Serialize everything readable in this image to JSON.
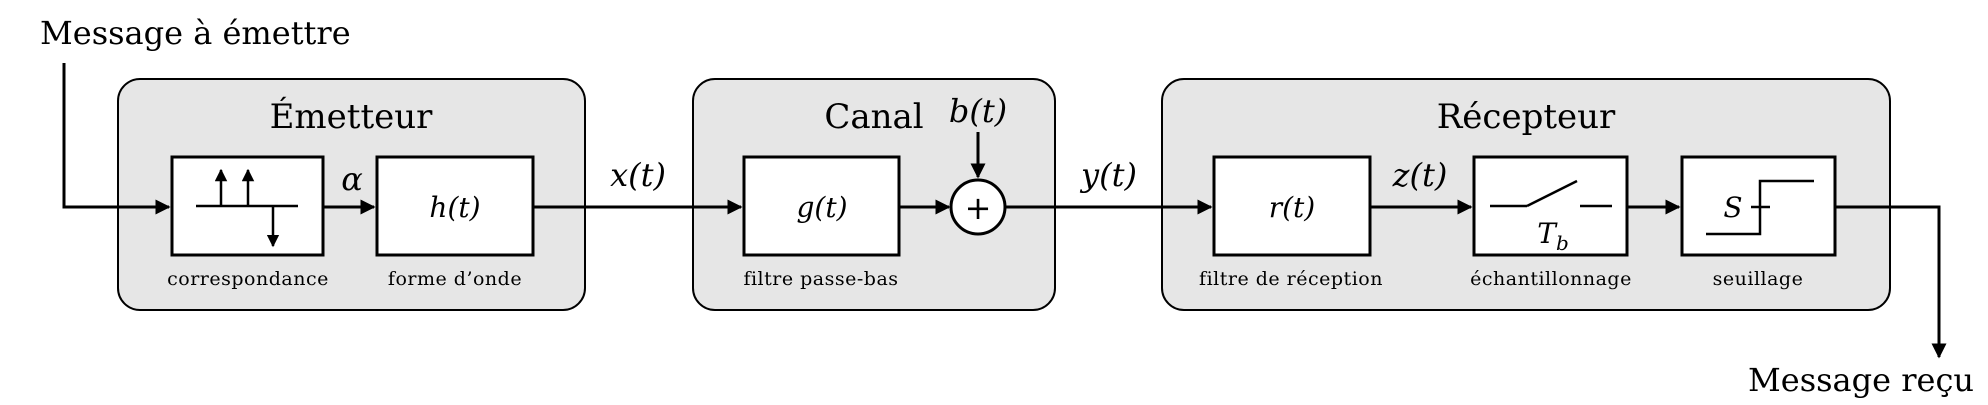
{
  "inputs": {
    "message_in": "Message à émettre",
    "message_out": "Message reçu"
  },
  "groups": {
    "emitter": "Émetteur",
    "channel": "Canal",
    "receiver": "Récepteur"
  },
  "signals": {
    "alpha": "α",
    "x": "x(t)",
    "b": "b(t)",
    "y": "y(t)",
    "z": "z(t)"
  },
  "blocks": {
    "h": "h(t)",
    "g": "g(t)",
    "r": "r(t)",
    "tb_main": "T",
    "tb_sub": "b",
    "s": "S",
    "adder": "+"
  },
  "captions": {
    "mapping": "correspondance",
    "waveform": "forme d’onde",
    "lowpass": "filtre passe-bas",
    "rx_filter": "filtre de réception",
    "sampling": "échantillonnage",
    "threshold": "seuillage"
  }
}
